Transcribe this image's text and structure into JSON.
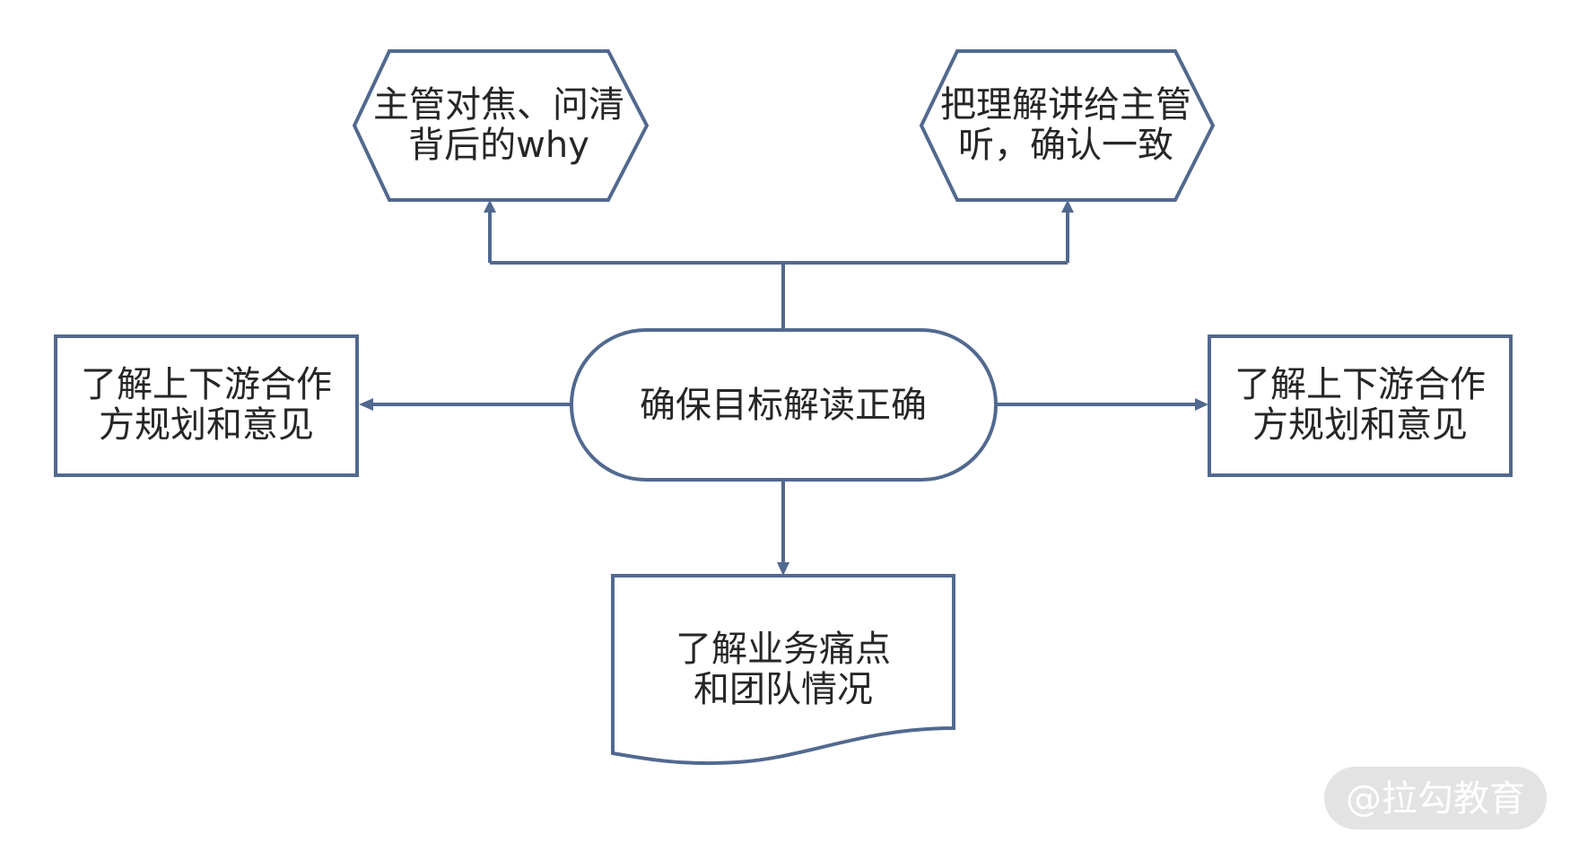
{
  "diagram": {
    "center": {
      "label": "确保目标解读正确"
    },
    "top_left": {
      "line1": "主管对焦、问清",
      "line2": "背后的why"
    },
    "top_right": {
      "line1": "把理解讲给主管",
      "line2": "听，确认一致"
    },
    "left": {
      "line1": "了解上下游合作",
      "line2": "方规划和意见"
    },
    "right": {
      "line1": "了解上下游合作",
      "line2": "方规划和意见"
    },
    "bottom": {
      "line1": "了解业务痛点",
      "line2": "和团队情况"
    }
  },
  "watermark": {
    "text": "@拉勾教育"
  },
  "colors": {
    "stroke": "#52698f",
    "text": "#262626",
    "background": "#ffffff"
  }
}
